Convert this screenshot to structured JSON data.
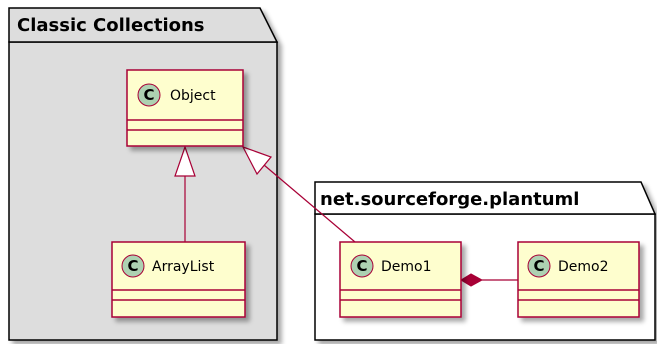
{
  "packages": [
    {
      "id": "classic",
      "title": "Classic Collections"
    },
    {
      "id": "plantuml",
      "title": "net.sourceforge.plantuml"
    }
  ],
  "classes": [
    {
      "id": "object",
      "name": "Object",
      "stereotype_letter": "C"
    },
    {
      "id": "arraylist",
      "name": "ArrayList",
      "stereotype_letter": "C"
    },
    {
      "id": "demo1",
      "name": "Demo1",
      "stereotype_letter": "C"
    },
    {
      "id": "demo2",
      "name": "Demo2",
      "stereotype_letter": "C"
    }
  ],
  "relations": [
    {
      "from": "ArrayList",
      "to": "Object",
      "type": "inheritance"
    },
    {
      "from": "Demo1",
      "to": "Object",
      "type": "inheritance"
    },
    {
      "from": "Demo1",
      "to": "Demo2",
      "type": "composition"
    }
  ],
  "colors": {
    "class_fill": "#FEFECE",
    "class_border": "#A80036",
    "package_fill_classic": "#DDDDDD",
    "package_fill_plantuml": "#FFFFFF",
    "stereotype_circle": "#ADD1B2",
    "edge": "#A80036"
  }
}
